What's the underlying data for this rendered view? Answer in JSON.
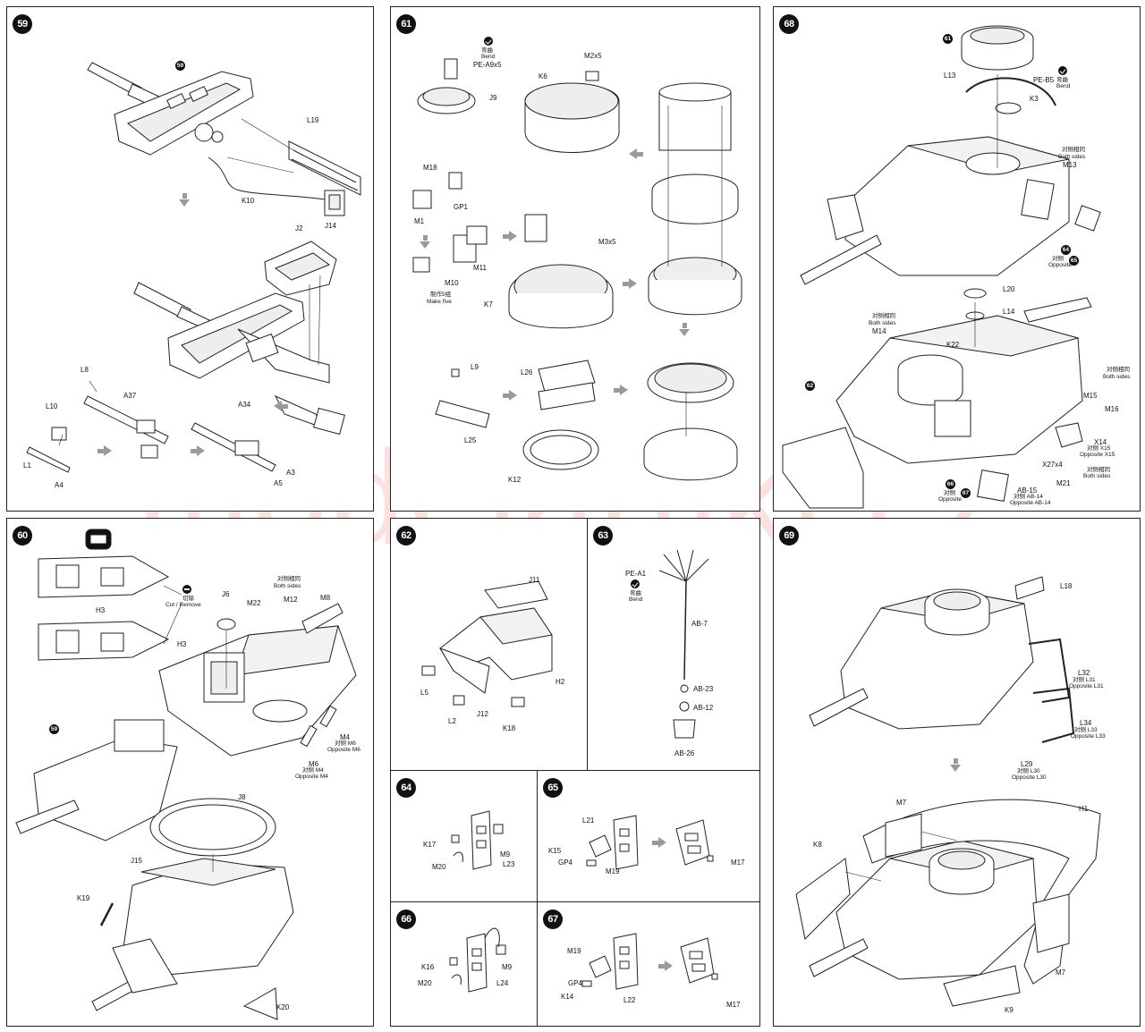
{
  "steps": {
    "s59": {
      "number": "59",
      "labels": {
        "ref59": "59",
        "L19": "L19",
        "K10": "K10",
        "J14": "J14",
        "J2": "J2",
        "L8": "L8",
        "A37": "A37",
        "L10": "L10",
        "L1": "L1",
        "A4": "A4",
        "A34": "A34",
        "A3": "A3",
        "A5": "A5"
      }
    },
    "s60": {
      "number": "60",
      "labels": {
        "H3a": "H3",
        "cut_cn": "切除",
        "cut": "Cut / Remove",
        "J6": "J6",
        "M22": "M22",
        "both_cn": "对侧相同",
        "both": "Both sides",
        "M12": "M12",
        "M8": "M8",
        "H3b": "H3",
        "ref59": "59",
        "M4": "M4",
        "opp_m6_cn": "对侧 M6",
        "opp_m6": "Opposite M6",
        "M6": "M6",
        "opp_m4_cn": "对侧 M4",
        "opp_m4": "Opposite M4",
        "J8": "J8",
        "J15": "J15",
        "K19": "K19",
        "K20": "K20"
      }
    },
    "s61": {
      "number": "61",
      "labels": {
        "bend_cn": "弯曲",
        "bend": "Bend",
        "pe_a9": "PE-A9x5",
        "J9": "J9",
        "K6": "K6",
        "M2x5": "M2x5",
        "M18": "M18",
        "GP1": "GP1",
        "M1": "M1",
        "M10": "M10",
        "M11": "M11",
        "make_cn": "制作5组",
        "make": "Make five",
        "M3x5": "M3x5",
        "K7": "K7",
        "L9": "L9",
        "L26": "L26",
        "L25": "L25",
        "K12": "K12"
      }
    },
    "s62": {
      "number": "62",
      "labels": {
        "J11": "J11",
        "L5": "L5",
        "L2": "L2",
        "J12": "J12",
        "K18": "K18",
        "H2": "H2"
      }
    },
    "s63": {
      "number": "63",
      "labels": {
        "pe_a1": "PE-A1",
        "bend_cn": "弯曲",
        "bend": "Bend",
        "AB7": "AB-7",
        "AB23": "AB-23",
        "AB12": "AB-12",
        "AB26": "AB-26"
      }
    },
    "s64": {
      "number": "64",
      "labels": {
        "K17": "K17",
        "M9": "M9",
        "M20": "M20",
        "L23": "L23"
      }
    },
    "s65": {
      "number": "65",
      "labels": {
        "L21": "L21",
        "K15": "K15",
        "GP4": "GP4",
        "M19": "M19",
        "M17": "M17"
      }
    },
    "s66": {
      "number": "66",
      "labels": {
        "K16": "K16",
        "M9": "M9",
        "M20": "M20",
        "L24": "L24"
      }
    },
    "s67": {
      "number": "67",
      "labels": {
        "M19": "M19",
        "GP4": "GP4",
        "K14": "K14",
        "L22": "L22",
        "M17": "M17"
      }
    },
    "s68": {
      "number": "68",
      "labels": {
        "ref61": "61",
        "L13": "L13",
        "pe_b5": "PE-B5",
        "bend_cn": "弯曲",
        "bend": "Bend",
        "K3": "K3",
        "both_cn": "对侧相同",
        "both": "Both sides",
        "M13": "M13",
        "ref64": "64",
        "opp_cn": "对侧",
        "opp": "Opposite",
        "ref65": "65",
        "L20": "L20",
        "L14": "L14",
        "both2_cn": "对侧相同",
        "both2": "Both sides",
        "M14": "M14",
        "K22": "K22",
        "ref62": "62",
        "both3_cn": "对侧相同",
        "both3": "Both sides",
        "M15": "M15",
        "M16": "M16",
        "X14": "X14",
        "opp_x15_cn": "对侧 X15",
        "opp_x15": "Opposite X15",
        "X27x4": "X27x4",
        "M21": "M21",
        "opp_cn2": "对侧相同",
        "both4": "Both sides",
        "ref66": "66",
        "opp2_cn": "对侧",
        "opp2": "Opposite",
        "ref67": "67",
        "AB15": "AB-15",
        "opp_ab14_cn": "对侧 AB-14",
        "opp_ab14": "Opposite AB-14"
      }
    },
    "s69": {
      "number": "69",
      "labels": {
        "L18": "L18",
        "L32": "L32",
        "opp_l31_cn": "对侧 L31",
        "opp_l31": "Opposite L31",
        "L34": "L34",
        "opp_l33_cn": "对侧 L33",
        "opp_l33": "Opposite L33",
        "L29": "L29",
        "opp_l30_cn": "对侧 L30",
        "opp_l30": "Opposite L30",
        "M7a": "M7",
        "H1": "H1",
        "K8": "K8",
        "M7b": "M7",
        "K9": "K9"
      }
    }
  },
  "watermark": "modelartikl.cz"
}
